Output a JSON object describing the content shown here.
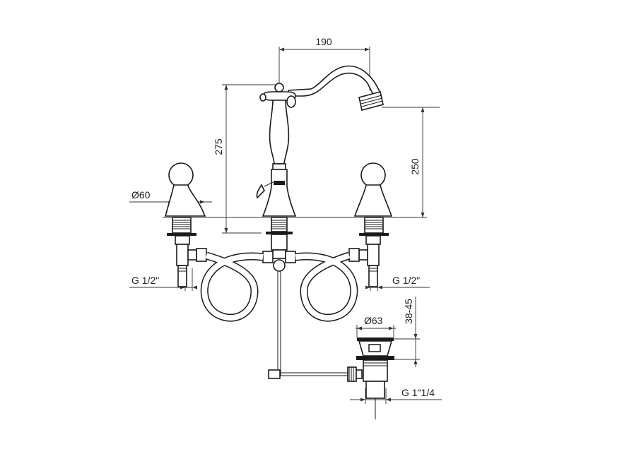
{
  "drawing": {
    "dimensions": {
      "spout_reach": "190",
      "total_height": "275",
      "spout_height": "250",
      "handle_diameter": "Ø60",
      "left_connection": "G 1/2\"",
      "right_connection": "G 1/2\"",
      "drain_diameter": "Ø63",
      "drain_height_range": "38-45",
      "drain_thread": "G 1\"1/4"
    }
  }
}
